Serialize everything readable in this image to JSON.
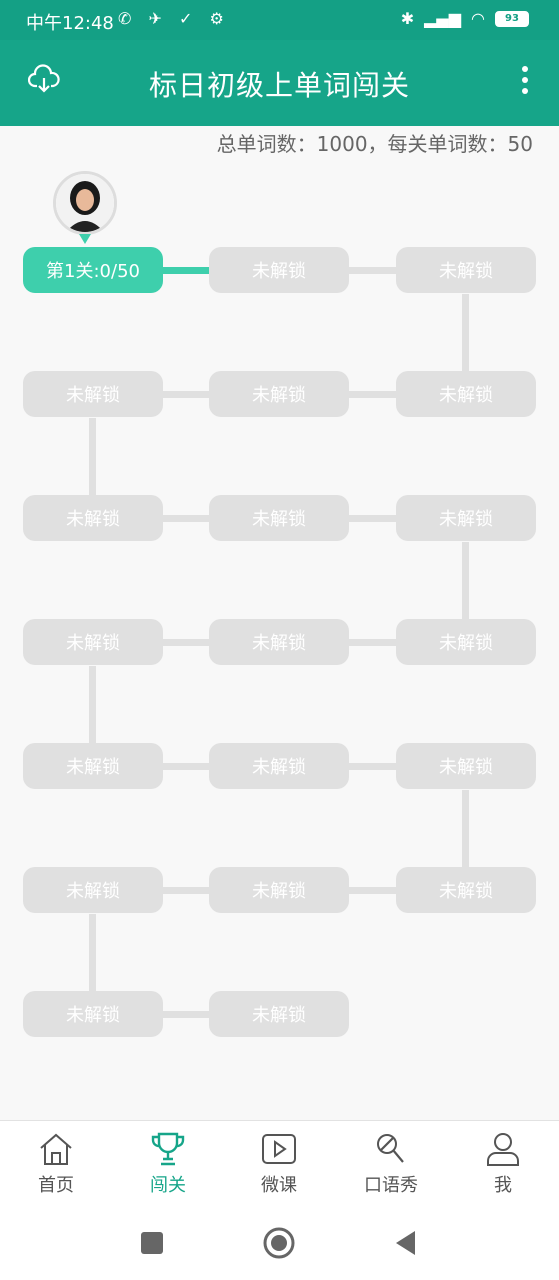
{
  "status": {
    "time": "中午12:48",
    "battery": "93"
  },
  "header": {
    "title": "标日初级上单词闯关"
  },
  "summary": "总单词数：1000，每关单词数：50",
  "levels": [
    "第1关:0/50",
    "未解锁",
    "未解锁",
    "未解锁",
    "未解锁",
    "未解锁",
    "未解锁",
    "未解锁",
    "未解锁",
    "未解锁",
    "未解锁",
    "未解锁",
    "未解锁",
    "未解锁",
    "未解锁",
    "未解锁",
    "未解锁",
    "未解锁",
    "未解锁",
    "未解锁"
  ],
  "nav": {
    "home": "首页",
    "challenge": "闯关",
    "micro": "微课",
    "speak": "口语秀",
    "me": "我"
  },
  "colors": {
    "primary": "#16a589",
    "active_level": "#3ecfac",
    "locked_level": "#e0e0e0"
  }
}
